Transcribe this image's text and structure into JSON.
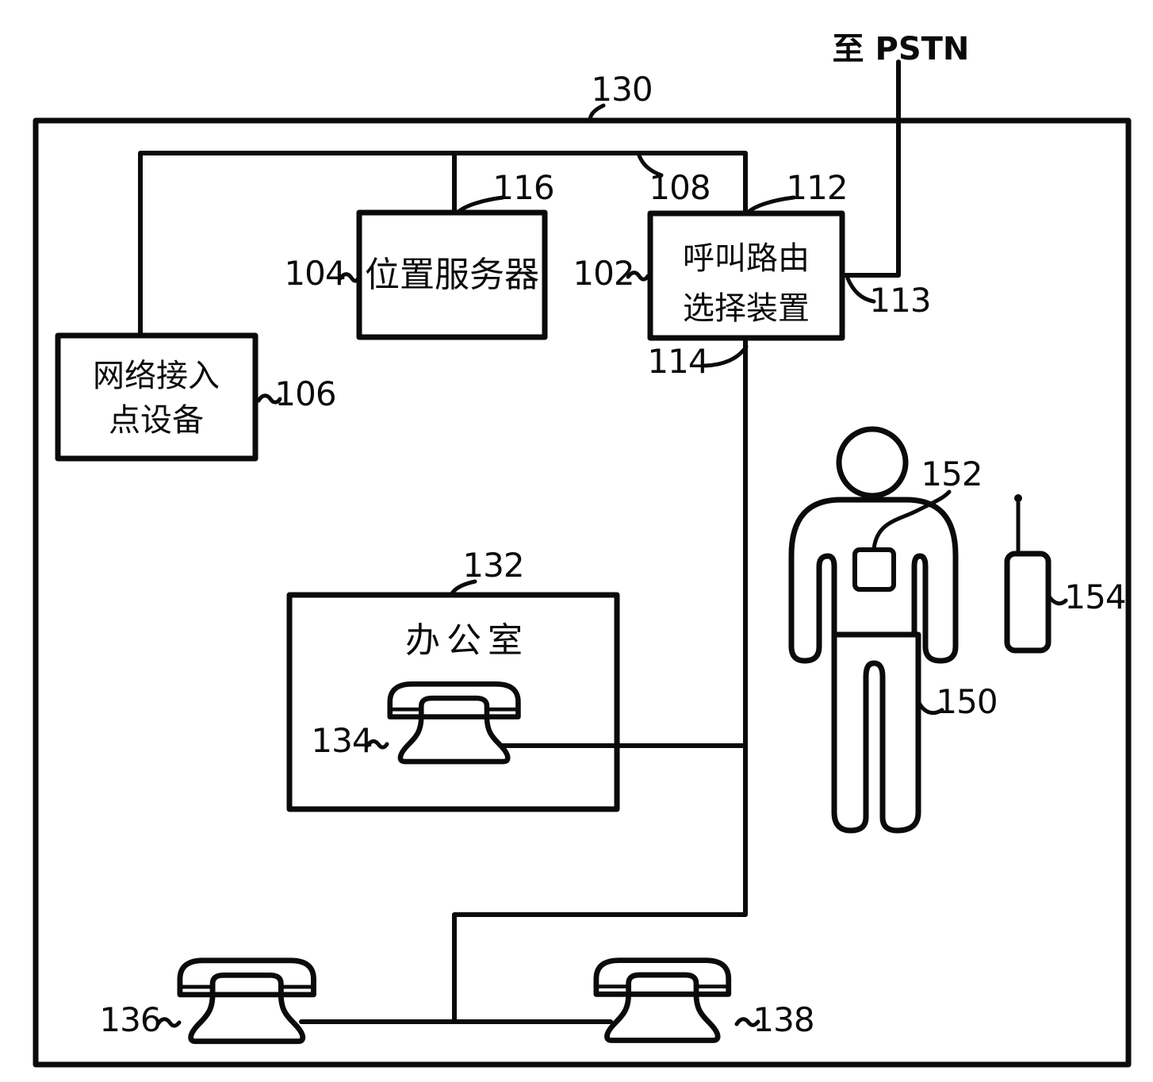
{
  "figure": {
    "pstn_label": "至 PSTN",
    "boxes": {
      "location_server": "位置服务器",
      "call_router_line1": "呼叫路由",
      "call_router_line2": "选择装置",
      "network_access_line1": "网络接入",
      "network_access_line2": "点设备",
      "office": "办公室"
    },
    "refs": {
      "r130": "130",
      "r116": "116",
      "r108": "108",
      "r112": "112",
      "r104": "104",
      "r102": "102",
      "r113": "113",
      "r114": "114",
      "r106": "106",
      "r132": "132",
      "r134": "134",
      "r136": "136",
      "r138": "138",
      "r150": "150",
      "r152": "152",
      "r154": "154"
    },
    "colors": {
      "ink": "#0b0b0b",
      "paper": "#ffffff"
    }
  }
}
